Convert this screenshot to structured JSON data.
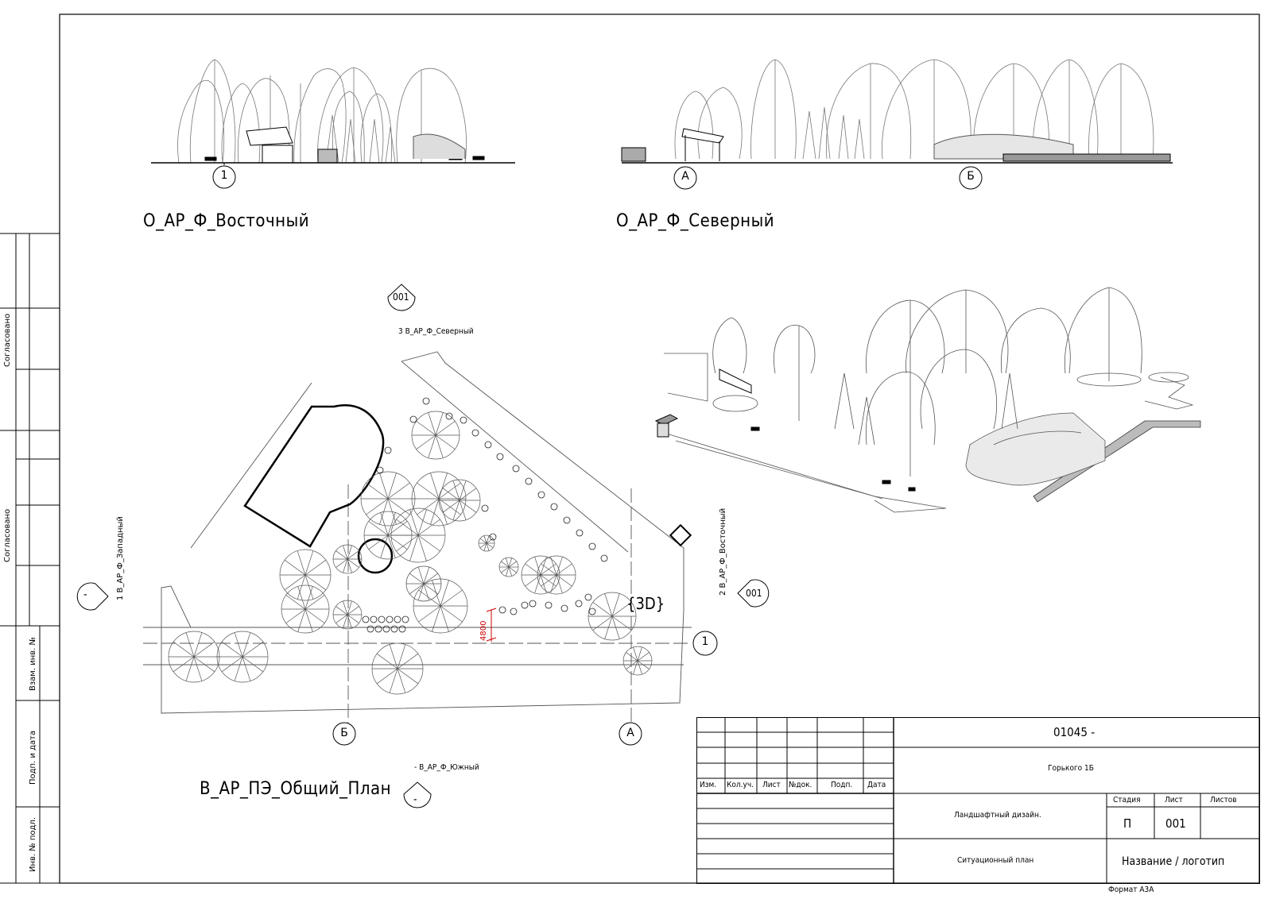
{
  "views": {
    "east_title": "О_АР_Ф_Восточный",
    "north_title": "О_АР_Ф_Северный",
    "plan_title": "В_АР_ПЭ_Общий_План",
    "three_d_tag": "{3D}"
  },
  "grid_marks": {
    "east_axis": "1",
    "north_axis_a": "А",
    "north_axis_b": "Б",
    "plan_axis_1": "1",
    "plan_axis_a": "А",
    "plan_axis_b": "Б"
  },
  "callouts": {
    "north_view_number": "001",
    "north_ref_text": "3 В_АР_Ф_Северный",
    "east_view_number": "001",
    "east_ref_text": "2 В_АР_Ф_Восточный",
    "west_view_number": "-",
    "west_ref_text": "1 В_АР_Ф_Западный",
    "south_view_number": "-",
    "south_ref_text": "- В_АР_Ф_Южный"
  },
  "dimension": {
    "value": "4800"
  },
  "side_stamp": {
    "approved_1": "Согласовано",
    "approved_2": "Согласовано",
    "replace_inv": "Взам. инв. №",
    "sign_date": "Подп. и дата",
    "inv_orig": "Инв. № подл."
  },
  "title_block": {
    "code": "01045 -",
    "address": "Горького 1Б",
    "headers": [
      "Изм.",
      "Кол.уч.",
      "Лист",
      "№док.",
      "Подп.",
      "Дата"
    ],
    "project": "Ландшафтный дизайн.",
    "sheet_name": "Ситуационный план",
    "stage_label": "Стадия",
    "sheet_label": "Лист",
    "sheets_label": "Листов",
    "stage_value": "П",
    "sheet_value": "001",
    "sheets_value": "",
    "logo_text": "Название / логотип"
  },
  "format_label": "Формат А3А",
  "colors": {
    "line": "#000000",
    "dimension": "#cc0000",
    "ground": "#555555"
  }
}
